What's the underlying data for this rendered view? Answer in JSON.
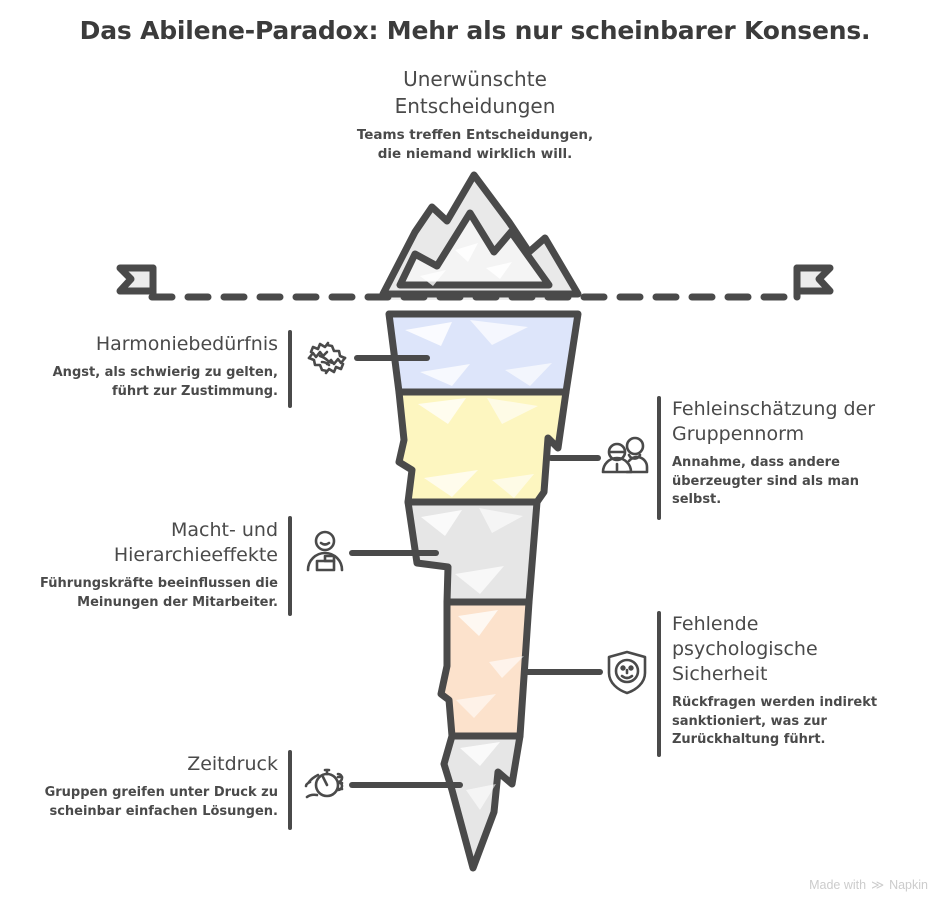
{
  "title": "Das Abilene-Paradox: Mehr als nur scheinbarer Konsens.",
  "tip": {
    "heading": "Unerwünschte\nEntscheidungen",
    "description": "Teams treffen Entscheidungen,\ndie niemand wirklich will."
  },
  "colors": {
    "ink": "#3e3e3e",
    "stroke": "#4a4a4a",
    "tip_gray": "#e6e6e6",
    "band_blue": "#dde5fa",
    "band_yellow": "#fdf6c0",
    "band_gray": "#e6e6e6",
    "band_peach": "#fce2cc",
    "watermark": "#cccccc"
  },
  "waterline": {
    "left_flag_icon": "flag-icon",
    "right_flag_icon": "flag-icon",
    "style": "dashed"
  },
  "callouts": {
    "left": [
      {
        "id": "harmoniebeduerfnis",
        "title": "Harmoniebedürfnis",
        "description": "Angst, als schwierig zu gelten,\nführt zur Zustimmung.",
        "icon": "handshake-icon"
      },
      {
        "id": "macht-und-hierarchieeffekte",
        "title": "Macht- und\nHierarchieeffekte",
        "description": "Führungskräfte beeinflussen die\nMeinungen der Mitarbeiter.",
        "icon": "speaker-podium-icon"
      },
      {
        "id": "zeitdruck",
        "title": "Zeitdruck",
        "description": "Gruppen greifen unter Druck zu\nscheinbar einfachen Lösungen.",
        "icon": "stopwatch-hand-icon"
      }
    ],
    "right": [
      {
        "id": "fehleinschaetzung-der-gruppennorm",
        "title": "Fehleinschätzung der\nGruppennorm",
        "description": "Annahme, dass andere\nüberzeugter sind als man\nselbst.",
        "icon": "people-group-icon"
      },
      {
        "id": "fehlende-psychologische-sicherheit",
        "title": "Fehlende\npsychologische\nSicherheit",
        "description": "Rückfragen werden indirekt\nsanktioniert, was zur\nZurückhaltung führt.",
        "icon": "shield-smiley-icon"
      }
    ]
  },
  "watermark": {
    "prefix": "Made with",
    "brand": "Napkin",
    "mark": "≫"
  }
}
